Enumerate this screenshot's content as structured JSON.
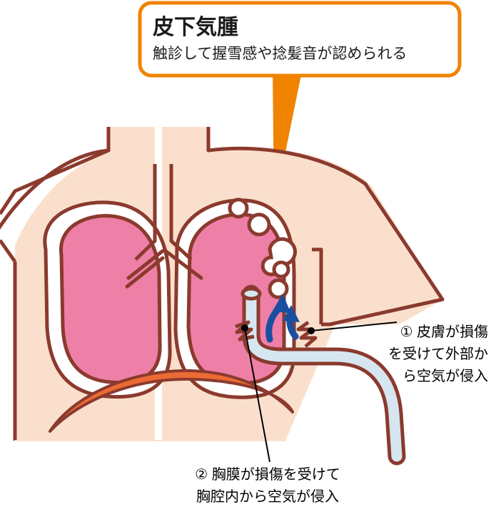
{
  "callout": {
    "title": "皮下気腫",
    "subtitle": "触診して握雪感や捻髪音が認められる",
    "border_color": "#F08300",
    "fill_color": "#FFFFFF",
    "pointer_color": "#F08300"
  },
  "annotations": {
    "right": {
      "lines": [
        "① 皮膚が損傷",
        "を受けて外部か",
        "ら空気が侵入"
      ]
    },
    "bottom": {
      "lines": [
        "② 胸膜が損傷を受けて",
        "胸腔内から空気が侵入"
      ]
    }
  },
  "anatomy": {
    "skin_label": "body-skin",
    "skin_color": "#FAE0CC",
    "outline_color": "#8B3A2E",
    "lung_color": "#EE7FA6",
    "pleura_color": "#FFFFFF",
    "diaphragm_color": "#EC6B33",
    "tube_color": "#D6E6F0",
    "arrow_color": "#1A4FA0",
    "bubble_color": "#FFFFFF",
    "leader_color": "#000000"
  }
}
